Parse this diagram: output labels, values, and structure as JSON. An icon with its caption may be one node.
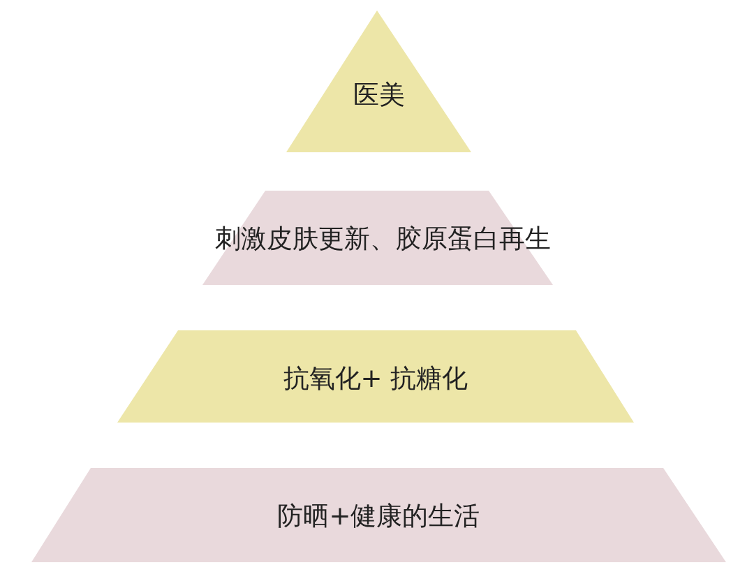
{
  "diagram": {
    "nodes": [
      {
        "text": [
          "医美"
        ]
      },
      {
        "text": [
          "刺激皮肤更新、胶原蛋白再生"
        ]
      },
      {
        "text": [
          "抗氧化+ 抗糖化"
        ]
      },
      {
        "text": [
          "防晒+健康的生活"
        ]
      }
    ]
  }
}
